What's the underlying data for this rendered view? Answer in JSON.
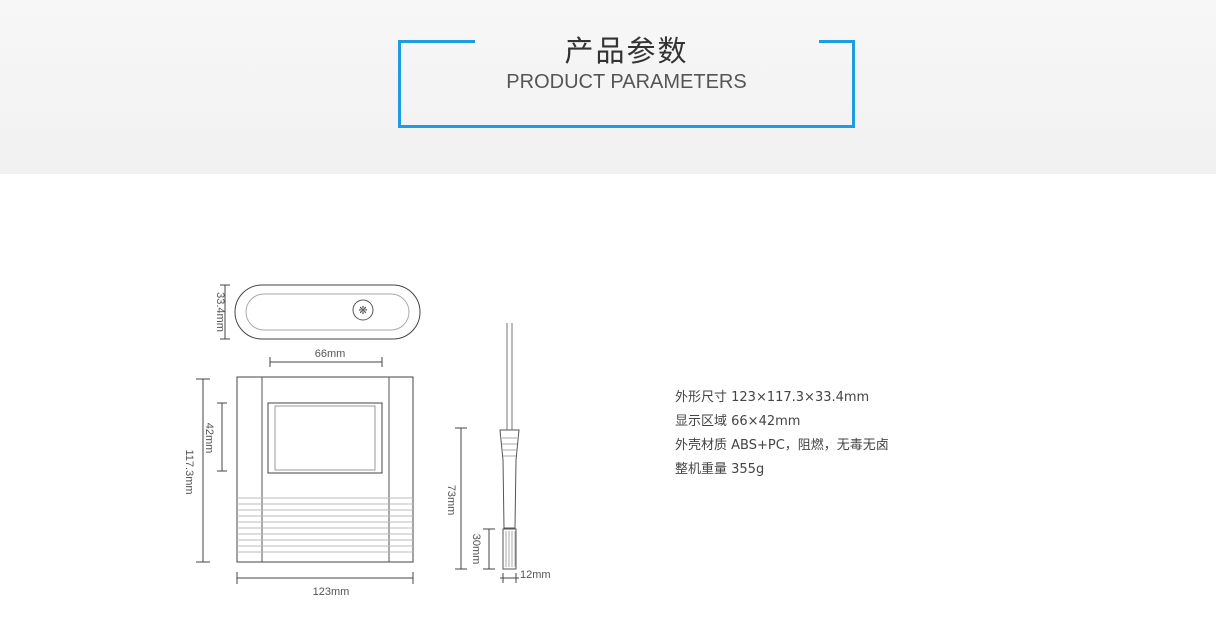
{
  "header": {
    "title_cn": "产品参数",
    "title_en": "PRODUCT PARAMETERS"
  },
  "drawing": {
    "dim_thickness": "33.4mm",
    "dim_display_width": "66mm",
    "dim_display_height": "42mm",
    "dim_height": "117.3mm",
    "dim_width": "123mm",
    "dim_probe_length": "73mm",
    "dim_probe_head": "30mm",
    "dim_probe_diameter": "12mm"
  },
  "specs": [
    "外形尺寸 123×117.3×33.4mm",
    "显示区域 66×42mm",
    "外壳材质 ABS+PC，阻燃，无毒无卤",
    "整机重量 355g"
  ],
  "colors": {
    "accent": "#1d9ce0",
    "line": "#444444",
    "light_line": "#cccccc"
  }
}
